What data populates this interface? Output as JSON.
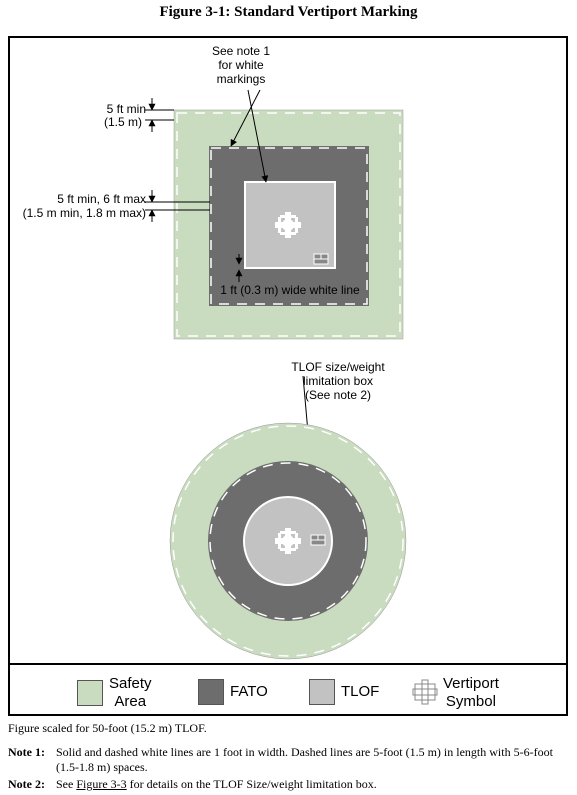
{
  "title": "Figure 3-1: Standard Vertiport Marking",
  "colors": {
    "safety_area": "#c9dcbf",
    "fato": "#6d6d6d",
    "tlof": "#c2c2c2",
    "symbol": "#ffffff"
  },
  "annotations": {
    "see_note_1": "See note 1\nfor white\nmarkings",
    "five_ft_min": "5 ft min",
    "five_ft_min_m": "(1.5 m)",
    "five_six_ft": "5 ft min, 6 ft max",
    "five_six_ft_m": "(1.5 m min, 1.8 m max)",
    "white_line": "1 ft (0.3 m) wide white line",
    "tlof_box": "TLOF size/weight\nlimitation box\n(See note 2)"
  },
  "legend": [
    {
      "label": "Safety\nArea",
      "icon": "safety-area-swatch"
    },
    {
      "label": "FATO",
      "icon": "fato-swatch"
    },
    {
      "label": "TLOF",
      "icon": "tlof-swatch"
    },
    {
      "label": "Vertiport\nSymbol",
      "icon": "vertiport-symbol-icon"
    }
  ],
  "caption": "Figure scaled for 50-foot (15.2 m) TLOF.",
  "notes": [
    {
      "label": "Note 1:",
      "text": "Solid and dashed white lines are 1 foot in width.  Dashed lines are 5-foot (1.5 m) in length with 5-6-foot (1.5-1.8 m) spaces."
    },
    {
      "label": "Note 2:",
      "text_before": "See ",
      "link": "Figure 3-3",
      "text_after": " for details on the TLOF Size/weight limitation box."
    }
  ]
}
